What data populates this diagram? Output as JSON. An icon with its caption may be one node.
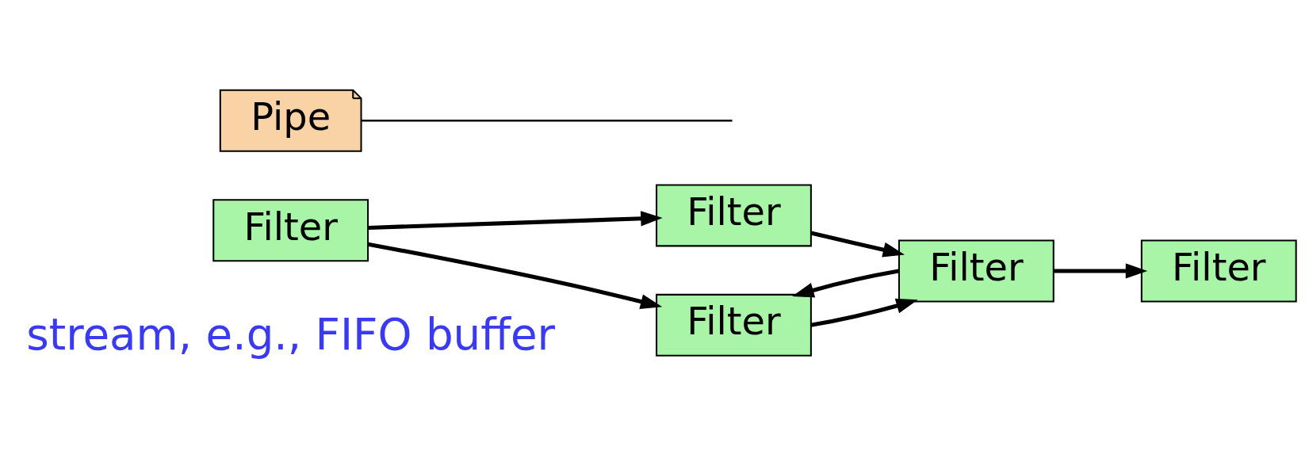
{
  "diagram": {
    "nodes": [
      {
        "text": [
          "Filter"
        ]
      },
      {
        "text": [
          "Filter"
        ]
      },
      {
        "text": [
          "Filter"
        ]
      },
      {
        "text": [
          "Filter"
        ]
      },
      {
        "text": [
          "Filter"
        ]
      },
      {
        "text": [
          "Pipe"
        ]
      }
    ],
    "edges": [
      {
        "from": 0,
        "to": 1,
        "arrow": "to"
      },
      {
        "from": 0,
        "to": 2,
        "arrow": "to"
      },
      {
        "from": 1,
        "to": 3,
        "arrow": "to"
      },
      {
        "from": 2,
        "to": 3,
        "arrow": "to"
      },
      {
        "from": 3,
        "to": 4,
        "arrow": "to"
      },
      {
        "from": 3,
        "to": 2,
        "arrow": "to"
      },
      {
        "from": 5,
        "to": null,
        "arrow": "none"
      }
    ],
    "labels": [
      "stream, e.g., FIFO buffer"
    ]
  }
}
